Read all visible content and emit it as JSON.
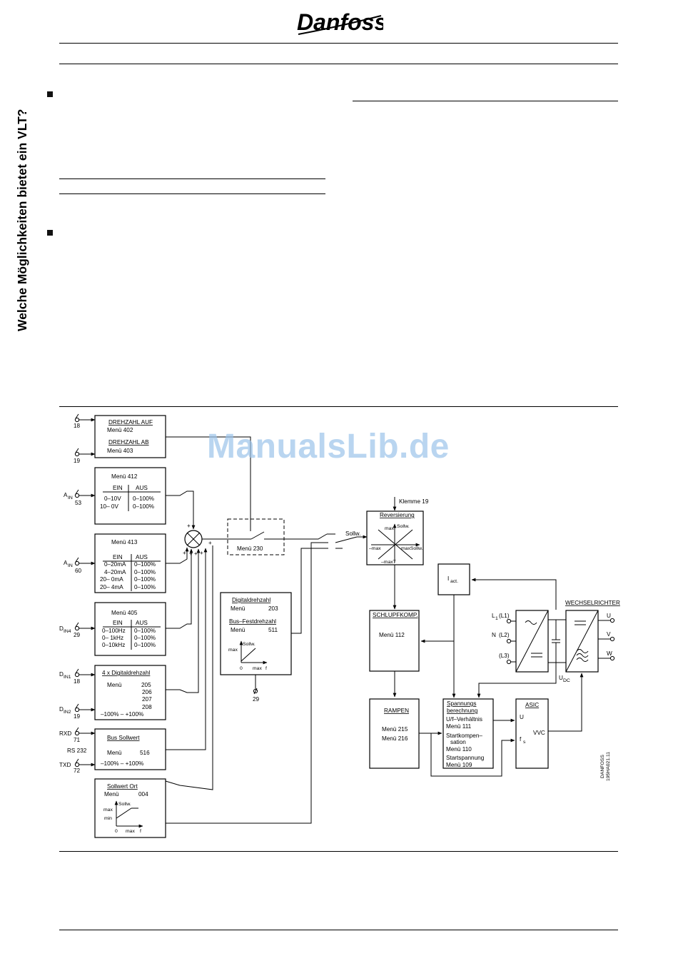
{
  "brand": {
    "logo_text": "Danfoss"
  },
  "side_heading": "Welche Möglichkeiten bietet ein VLT?",
  "watermark": "ManualsLib.de",
  "diagram": {
    "drehzahl_auf": "DREHZAHL AUF",
    "menu402": "Menü 402",
    "drehzahl_ab": "DREHZAHL AB",
    "menu403": "Menü 403",
    "term18": "18",
    "term19": "19",
    "menu412": "Menü 412",
    "ein": "EIN",
    "aus": "AUS",
    "r412_1l": "0–10V",
    "r412_1r": "0–100%",
    "r412_2l": "10– 0V",
    "r412_2r": "0–100%",
    "ain": "A",
    "ain_sub": "IN",
    "term53": "53",
    "menu413": "Menü 413",
    "r413_1l": "0–20mA",
    "r413_2l": "4–20mA",
    "r413_3l": "20– 0mA",
    "r413_4l": "20– 4mA",
    "r413_r": "0–100%",
    "term60": "60",
    "menu405": "Menü 405",
    "r405_1l": "0–100Hz",
    "r405_2l": "0– 1kHz",
    "r405_3l": "0–10kHz",
    "din": "D",
    "din4_sub": "IN4",
    "term29": "29",
    "dig4_title": "4 x Digitaldrehzahl",
    "menu": "Menü",
    "m205": "205",
    "m206": "206",
    "m207": "207",
    "m208": "208",
    "range_pm": "–100% – +100%",
    "din1_sub": "IN1",
    "din2_sub": "IN2",
    "bus_sollwert": "Bus Sollwert",
    "m516": "516",
    "range_pm2": "–100% –    +100%",
    "rxd": "RXD",
    "txd": "TXD",
    "rs232": "RS 232",
    "term71": "71",
    "term72": "72",
    "sollwert_ort": "Sollwert Ort",
    "m004": "004",
    "max": "max",
    "min": "min",
    "sollw": "Sollw.",
    "zero": "0",
    "f": "f",
    "plus": "+",
    "menu230": "Menü 230",
    "digitaldrehzahl": "Digitaldrehzahl",
    "m203": "203",
    "bus_festdrehzahl": "Bus–Festdrehzahl",
    "m511": "511",
    "klemme19": "Klemme 19",
    "reversierung": "Reversierung",
    "minus_max": "–max",
    "max_sollw": "maxSollw.",
    "minus_maxT": "–maxT",
    "sollw_arrow": "Sollw.",
    "iact": "I",
    "iact_sub": "act.",
    "schlupf": "SCHLUPFKOMP.",
    "menu112": "Menü 112",
    "rampen": "RAMPEN",
    "menu215": "Menü 215",
    "menu216": "Menü 216",
    "spann_1": "Spannungs",
    "spann_2": "berechnung",
    "uf": "U/f–Verhältnis",
    "menu111": "Menü 111",
    "startkomp_1": "Startkompen–",
    "startkomp_2": "sation",
    "menu110": "Menü 110",
    "startspannung": "Startspannung",
    "menu109": "Menü 109",
    "asic": "ASIC",
    "asic_u": "U",
    "asic_fs": "f",
    "asic_fs_sub": "s",
    "vvc": "VVC",
    "wechselrichter": "WECHSELRICHTER",
    "l1": "L",
    "l1_sub": "1",
    "l1_par": "(L1)",
    "n": "N",
    "l2_par": "(L2)",
    "l3_par": "(L3)",
    "out_u": "U",
    "out_v": "V",
    "out_w": "W",
    "udc": "U",
    "udc_sub": "DC",
    "code_1": "DANFOSS",
    "code_2": "195HA021.11"
  }
}
